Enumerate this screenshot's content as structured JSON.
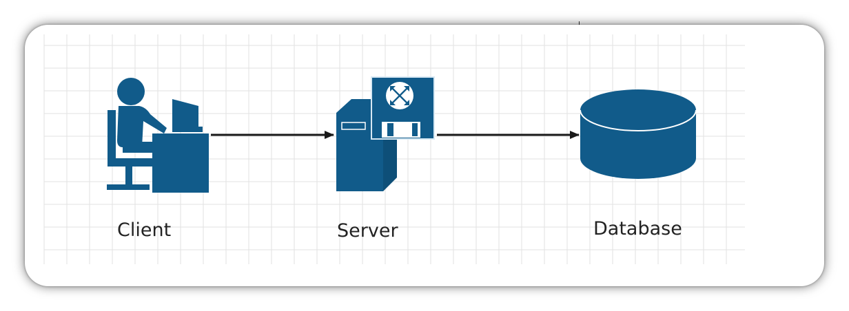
{
  "diagram": {
    "nodes": [
      {
        "id": "client",
        "label": "Client",
        "icon": "person-at-computer-icon"
      },
      {
        "id": "server",
        "label": "Server",
        "icon": "server-with-router-icon"
      },
      {
        "id": "database",
        "label": "Database",
        "icon": "database-cylinder-icon"
      }
    ],
    "edges": [
      {
        "from": "client",
        "to": "server"
      },
      {
        "from": "server",
        "to": "database"
      }
    ]
  },
  "colors": {
    "icon_fill": "#115b8a",
    "grid_line": "#e2e2e2",
    "arrow": "#1a1a1a",
    "label_text": "#222222"
  }
}
